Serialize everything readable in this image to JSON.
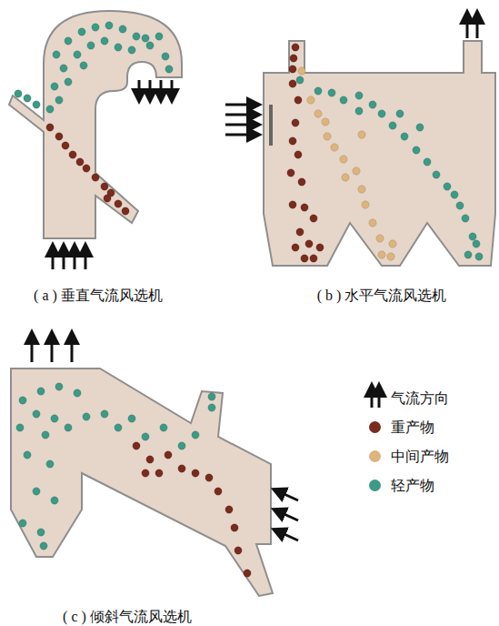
{
  "diagram": {
    "labels": [
      "( a ) 垂直气流风选机",
      "( b ) 水平气流风选机",
      "( c ) 倾斜气流风选机"
    ],
    "legend": [
      {
        "text": "气流方向"
      },
      {
        "text": "重产物",
        "color": "#7a2b1f"
      },
      {
        "text": "中间产物",
        "color": "#ddb47c"
      },
      {
        "text": "轻产物",
        "color": "#3c9a86"
      }
    ]
  }
}
